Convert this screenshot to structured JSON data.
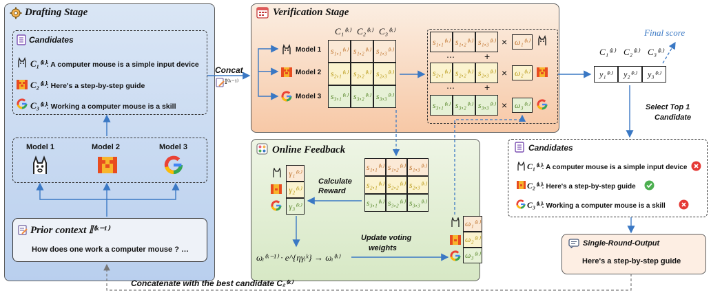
{
  "drafting": {
    "title": "Drafting Stage",
    "candidates_title": "Candidates",
    "candidates": [
      {
        "label": "C₁⁽ᵏ⁾",
        "text": ": A computer mouse is a simple input device"
      },
      {
        "label": "C₂⁽ᵏ⁾",
        "text": ": Here's a step-by-step guide"
      },
      {
        "label": "C₃⁽ᵏ⁾",
        "text": ": Working a computer mouse is a skill"
      }
    ],
    "models": [
      "Model 1",
      "Model 2",
      "Model 3"
    ],
    "prior_title": "Prior context 𝕀⁽ᵏ⁻¹⁾",
    "prior_text": "How does one work a computer mouse ? …"
  },
  "concat": {
    "label": "Concat",
    "symbol": "𝕀⁽ᵏ⁻¹⁾"
  },
  "verification": {
    "title": "Verification Stage",
    "col_headers": [
      "C₁⁽ᵏ⁾",
      "C₂⁽ᵏ⁾",
      "C₃⁽ᵏ⁾"
    ],
    "rows": [
      "Model 1",
      "Model 2",
      "Model 3"
    ],
    "matrix": [
      [
        "s₁,₁⁽ᵏ⁾",
        "s₁,₂⁽ᵏ⁾",
        "s₁,₃⁽ᵏ⁾"
      ],
      [
        "s₂,₁⁽ᵏ⁾",
        "s₂,₂⁽ᵏ⁾",
        "s₂,₃⁽ᵏ⁾"
      ],
      [
        "s₃,₁⁽ᵏ⁾",
        "s₃,₂⁽ᵏ⁾",
        "s₃,₃⁽ᵏ⁾"
      ]
    ],
    "weights": [
      "ω₁⁽ᵏ⁾",
      "ω₂⁽ᵏ⁾",
      "ω₃⁽ᵏ⁾"
    ],
    "times": "×",
    "plus": "+",
    "dots": "⋯"
  },
  "final": {
    "label": "Final score",
    "col_headers": [
      "C₁⁽ᵏ⁾",
      "C₂⁽ᵏ⁾",
      "C₃⁽ᵏ⁾"
    ],
    "ys": [
      "y₁⁽ᵏ⁾",
      "y₂⁽ᵏ⁾",
      "y₃⁽ᵏ⁾"
    ],
    "select_line1": "Select Top 1",
    "select_line2": "Candidate"
  },
  "online": {
    "title": "Online Feedback",
    "gammas": [
      "γ₁⁽ᵏ⁾",
      "γ₂⁽ᵏ⁾",
      "γ₃⁽ᵏ⁾"
    ],
    "reward_line1": "Calculate",
    "reward_line2": "Reward",
    "update_line1": "Update voting",
    "update_line2": "weights",
    "formula": "ωᵢ⁽ᵏ⁻¹⁾ · e^{ηγᵢᵏ} → ωᵢ⁽ᵏ⁾",
    "weights": [
      "ω₁⁽ᵏ⁾",
      "ω₂⁽ᵏ⁾",
      "ω₃⁽ᵏ⁾"
    ]
  },
  "right_candidates": {
    "title": "Candidates",
    "items": [
      {
        "label": "C₁⁽ᵏ⁾",
        "text": ": A computer mouse is a simple input device",
        "status": "wrong"
      },
      {
        "label": "C₂⁽ᵏ⁾",
        "text": ": Here's a step-by-step guide",
        "status": "correct"
      },
      {
        "label": "C₃⁽ᵏ⁾",
        "text": ": Working a computer mouse is a skill",
        "status": "wrong"
      }
    ]
  },
  "output": {
    "title": "Single-Round-Output",
    "text": "Here's a step-by-step guide"
  },
  "bottom": {
    "text": "Concatenate with the best candidate C₂⁽ᵏ⁾"
  },
  "colors": {
    "blue": "#3a78c4",
    "orange": "#f08a3e",
    "green_check": "#4caf50",
    "red_x": "#e53935"
  }
}
